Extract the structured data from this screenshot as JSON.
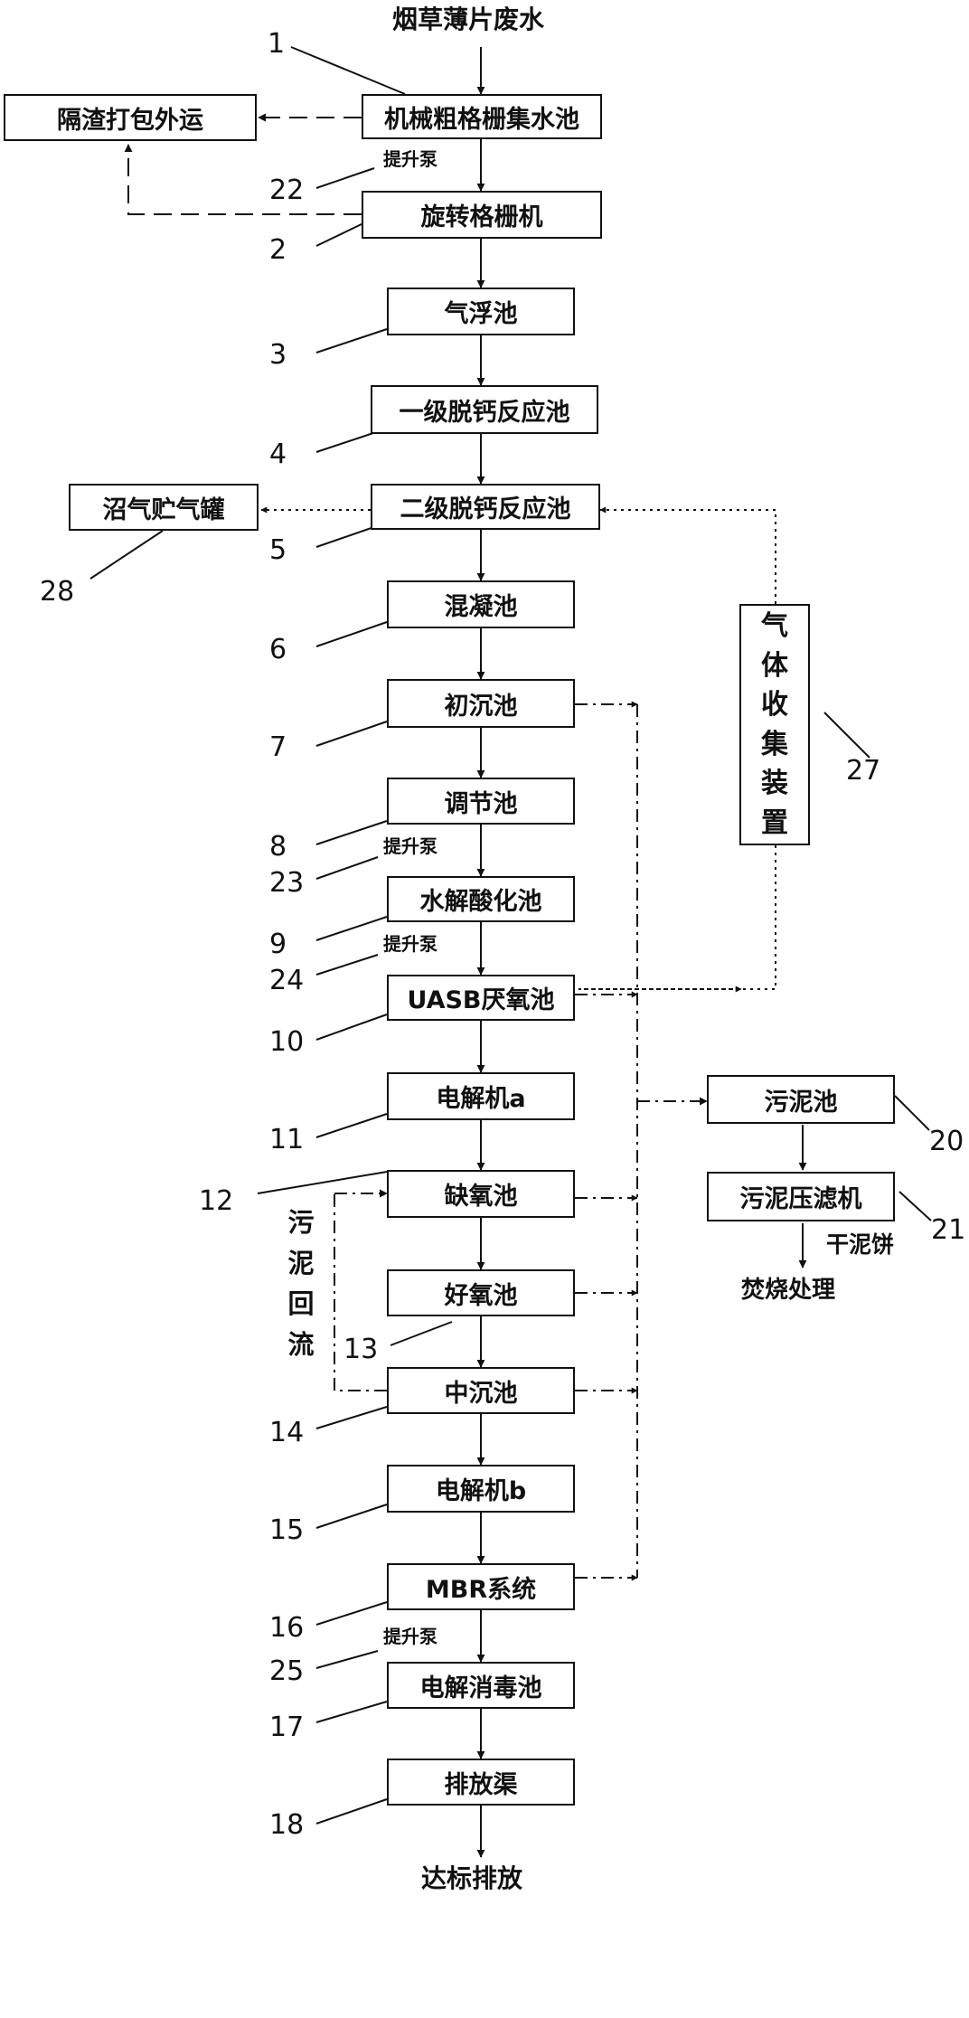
{
  "diagram": {
    "input_label": "烟草薄片废水",
    "output_label": "达标排放",
    "process_units": [
      {
        "id": "u1",
        "label": "机械粗格栅集水池",
        "number": "1"
      },
      {
        "id": "u2",
        "label": "旋转格栅机",
        "number": "2"
      },
      {
        "id": "u3",
        "label": "气浮池",
        "number": "3"
      },
      {
        "id": "u4",
        "label": "一级脱钙反应池",
        "number": "4"
      },
      {
        "id": "u5",
        "label": "二级脱钙反应池",
        "number": "5"
      },
      {
        "id": "u6",
        "label": "混凝池",
        "number": "6"
      },
      {
        "id": "u7",
        "label": "初沉池",
        "number": "7"
      },
      {
        "id": "u8",
        "label": "调节池",
        "number": "8"
      },
      {
        "id": "u9",
        "label": "水解酸化池",
        "number": "9"
      },
      {
        "id": "u10",
        "label": "UASB厌氧池",
        "number": "10"
      },
      {
        "id": "u11",
        "label": "电解机a",
        "number": "11"
      },
      {
        "id": "u12",
        "label": "缺氧池",
        "number": "12"
      },
      {
        "id": "u13",
        "label": "好氧池",
        "number": "13"
      },
      {
        "id": "u14",
        "label": "中沉池",
        "number": "14"
      },
      {
        "id": "u15",
        "label": "电解机b",
        "number": "15"
      },
      {
        "id": "u16",
        "label": "MBR系统",
        "number": "16"
      },
      {
        "id": "u17",
        "label": "电解消毒池",
        "number": "17"
      },
      {
        "id": "u18",
        "label": "排放渠",
        "number": "18"
      }
    ],
    "side_units": {
      "residue": {
        "label": "隔渣打包外运"
      },
      "biogas_tank": {
        "label": "沼气贮气罐",
        "number": "28"
      },
      "gas_collector": {
        "chars": [
          "气",
          "体",
          "收",
          "集",
          "装",
          "置"
        ],
        "number": "27"
      },
      "sludge_tank": {
        "label": "污泥池",
        "number": "20"
      },
      "sludge_press": {
        "label": "污泥压滤机",
        "number": "21"
      }
    },
    "pumps": [
      {
        "label": "提升泵",
        "number": "22"
      },
      {
        "label": "提升泵",
        "number": "23"
      },
      {
        "label": "提升泵",
        "number": "24"
      },
      {
        "label": "提升泵",
        "number": "25"
      }
    ],
    "sludge_return_chars": [
      "污",
      "泥",
      "回",
      "流"
    ],
    "dry_cake_label": "干泥饼",
    "incineration_label": "焚烧处理"
  }
}
